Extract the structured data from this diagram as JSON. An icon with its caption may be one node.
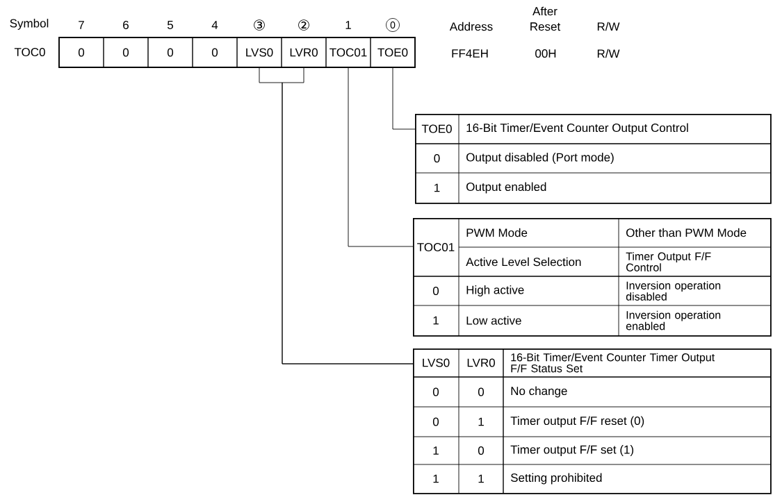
{
  "diagram": {
    "nodes": [
      {
        "text": [
          "0"
        ]
      },
      {
        "text": [
          "0"
        ]
      },
      {
        "text": [
          "0"
        ]
      },
      {
        "text": [
          "0"
        ]
      },
      {
        "text": [
          "LVS0"
        ]
      },
      {
        "text": [
          "LVR0"
        ]
      },
      {
        "text": [
          "TOC01"
        ]
      },
      {
        "text": [
          "TOE0"
        ]
      },
      {
        "text": [
          "TOE0",
          "16-Bit Timer/Event Counter Output Control",
          "0",
          "Output disabled (Port mode)",
          "1",
          "Output enabled"
        ]
      },
      {
        "text": [
          "TOC01",
          "PWM Mode",
          "Other than PWM Mode",
          "Active Level Selection",
          "Timer Output F/F Control",
          "0",
          "High active",
          "Inversion operation disabled",
          "1",
          "Low active",
          "Inversion operation enabled"
        ]
      },
      {
        "text": [
          "LVS0",
          "LVR0",
          "16-Bit Timer/Event Counter Timer Output F/F Status Set",
          "0",
          "0",
          "No change",
          "0",
          "1",
          "Timer output F/F reset (0)",
          "1",
          "0",
          "Timer output F/F set (1)",
          "1",
          "1",
          "Setting prohibited"
        ]
      }
    ],
    "edges": [
      {
        "from": 4,
        "to": 10,
        "arrow": "none"
      },
      {
        "from": 5,
        "to": 10,
        "arrow": "none"
      },
      {
        "from": 6,
        "to": 9,
        "arrow": "none"
      },
      {
        "from": 7,
        "to": 8,
        "arrow": "none"
      }
    ],
    "labels": [
      "Symbol",
      "7",
      "6",
      "5",
      "4",
      "③",
      "②",
      "1",
      "0",
      "Address",
      "After Reset",
      "R/W",
      "TOC0",
      "FF4EH",
      "00H",
      "R/W"
    ]
  }
}
